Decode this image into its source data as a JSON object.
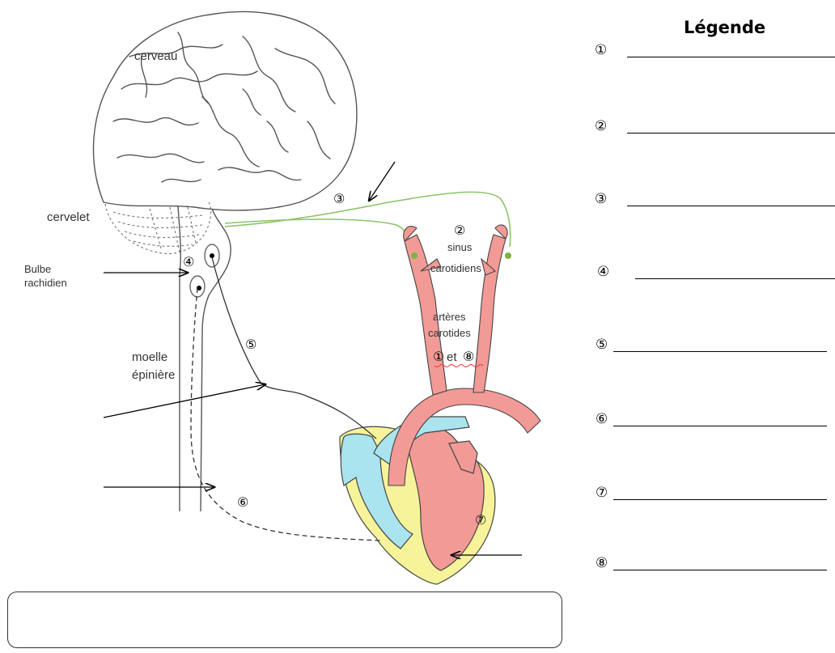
{
  "diagram": {
    "labels": {
      "cerveau": "cerveau",
      "cervelet": "cervelet",
      "bulbe_line1": "Bulbe",
      "bulbe_line2": "rachidien",
      "moelle_line1": "moelle",
      "moelle_line2": "épinière",
      "sinus_line1": "sinus",
      "sinus_line2": "carotidiens",
      "arteres_line1": "artères",
      "arteres_line2": "carotides",
      "et": "et"
    },
    "markers": {
      "n1": "①",
      "n2": "②",
      "n3": "③",
      "n4": "④",
      "n5": "⑤",
      "n6": "⑥",
      "n7": "⑦",
      "n8": "⑧"
    }
  },
  "legend": {
    "title": "Légende",
    "items": [
      "①",
      "②",
      "③",
      "④",
      "⑤",
      "⑥",
      "⑦",
      "⑧"
    ]
  },
  "colors": {
    "artery": "#f29a96",
    "vein_blue": "#a9e4ef",
    "heart_yellow": "#f7f39a",
    "nerve_green": "#8cc46a",
    "ganglion_green": "#7bb53f"
  }
}
